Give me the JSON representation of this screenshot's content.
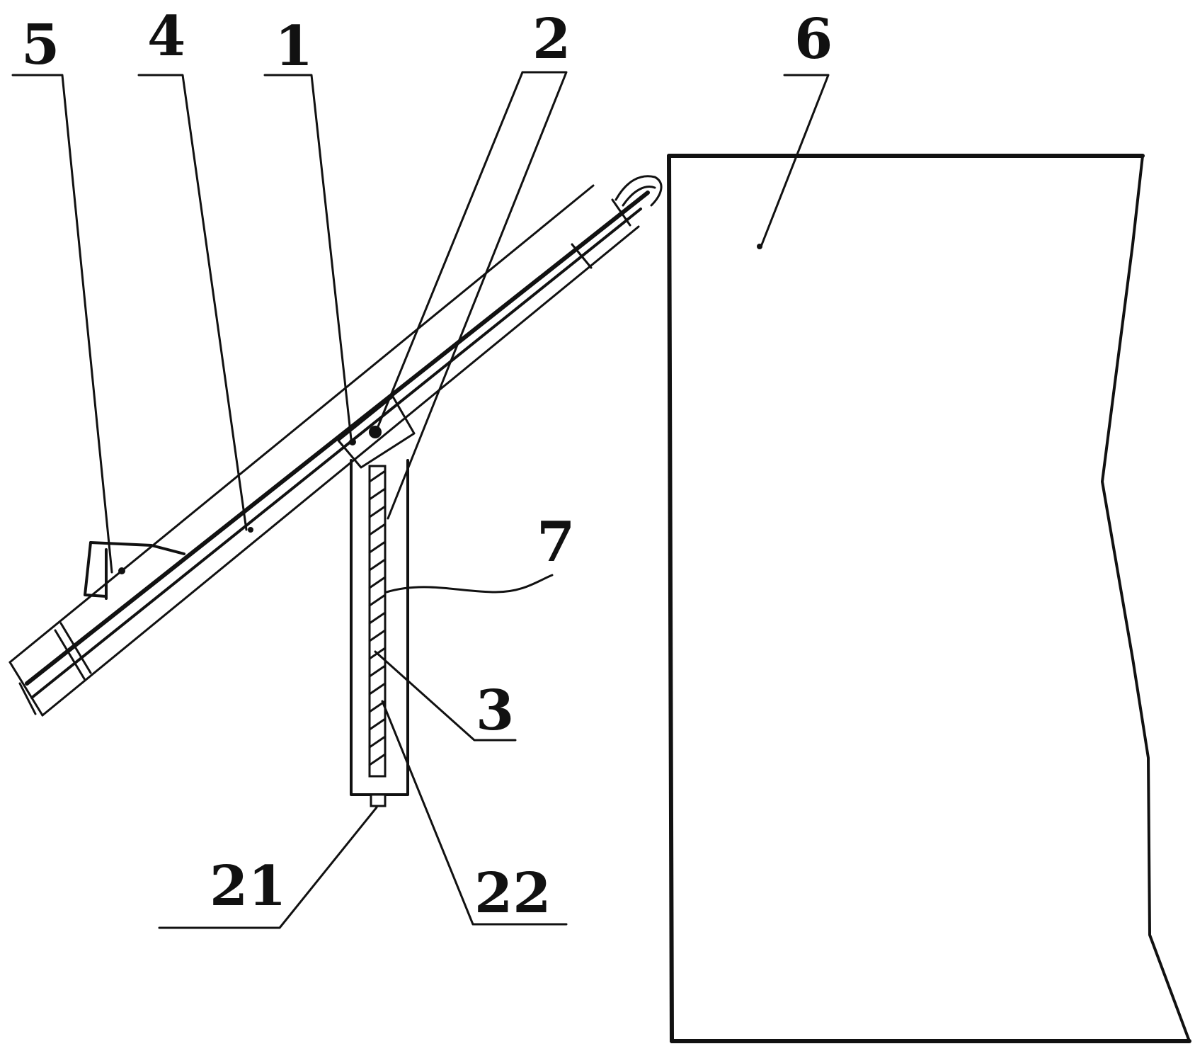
{
  "figure": {
    "colors": {
      "ink": "#111111",
      "paper": "#ffffff"
    },
    "labels": {
      "l1": "1",
      "l2": "2",
      "l3": "3",
      "l4": "4",
      "l5": "5",
      "l6": "6",
      "l7": "7",
      "l21": "21",
      "l22": "22"
    }
  }
}
